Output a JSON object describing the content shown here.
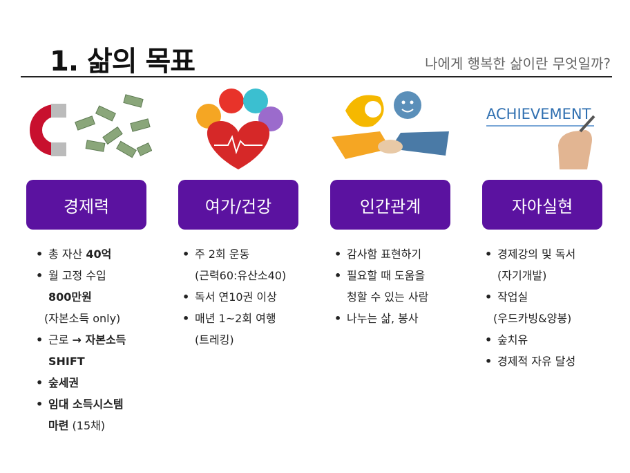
{
  "header": {
    "title": "1. 삶의 목표",
    "subtitle": "나에게 행복한 삶이란 무엇일까?"
  },
  "columns": [
    {
      "image_icon": "magnet-money-icon",
      "label": "경제력",
      "lines": [
        {
          "text": "총 자산 40억",
          "bold": "40억"
        },
        {
          "text": "월 고정 수입"
        },
        {
          "text": "800만원",
          "cont": true,
          "bold_all": true
        },
        {
          "text": "(자본소득 only)",
          "cont": true
        },
        {
          "text": "근로 → 자본소득"
        },
        {
          "text": "SHIFT",
          "cont": true,
          "bold_all": true
        },
        {
          "text": "숲세권",
          "bold_all": true
        },
        {
          "text": "임대 소득시스템",
          "bold_all": true
        },
        {
          "text": "마련 (15채)",
          "cont": true
        }
      ]
    },
    {
      "image_icon": "health-heart-icon",
      "label": "여가/건강",
      "lines": [
        {
          "text": "주 2회 운동"
        },
        {
          "text": "(근력60:유산소40)",
          "cont": true
        },
        {
          "text": "독서 연10권 이상"
        },
        {
          "text": "매년 1~2회 여행"
        },
        {
          "text": "(트레킹)",
          "cont": true
        }
      ]
    },
    {
      "image_icon": "handshake-icon",
      "label": "인간관계",
      "lines": [
        {
          "text": "감사함 표현하기"
        },
        {
          "text": "필요할 때 도움을"
        },
        {
          "text": "청할 수 있는 사람",
          "cont": true
        },
        {
          "text": "나누는 삶, 봉사"
        }
      ]
    },
    {
      "image_icon": "achievement-hand-icon",
      "image_text": "ACHIEVEMENT",
      "label": "자아실현",
      "lines": [
        {
          "text": "경제강의 및 독서"
        },
        {
          "text": "(자기개발)",
          "cont": true
        },
        {
          "text": "작업실"
        },
        {
          "text": "(우드카빙&양봉)",
          "cont": true
        },
        {
          "text": "숲치유"
        },
        {
          "text": "경제적 자유 달성"
        }
      ]
    }
  ],
  "colors": {
    "accent": "#5b12a0",
    "rule": "#222222"
  }
}
